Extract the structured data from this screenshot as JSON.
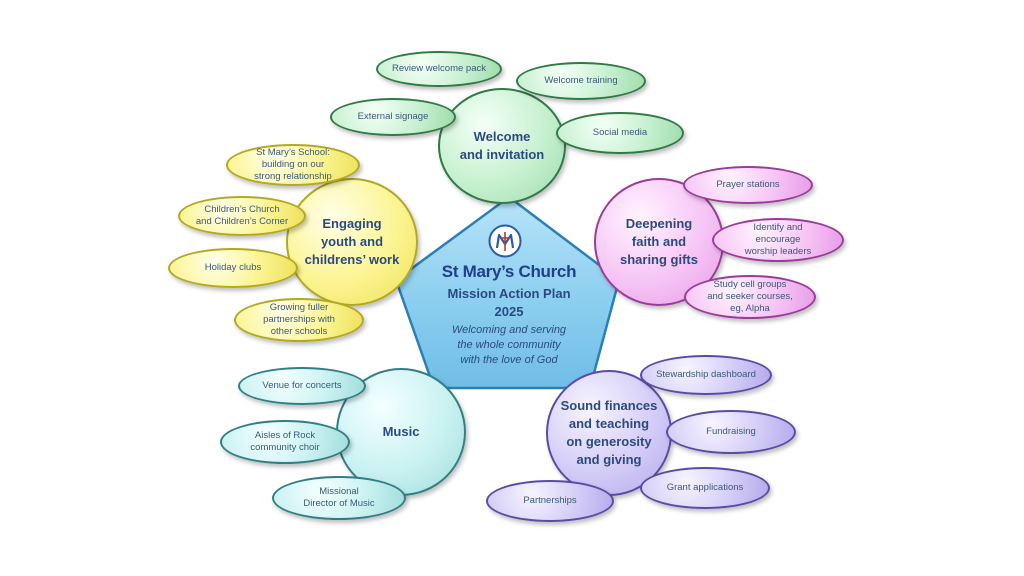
{
  "center": {
    "title": "St Mary’s Church",
    "subtitle": "Mission Action Plan\n2025",
    "tagline": "Welcoming and serving\nthe whole community\nwith the love of God",
    "logo_icon": "st-marys-logo-icon"
  },
  "themes": {
    "welcome": {
      "label": "Welcome\nand invitation",
      "items": [
        "Review welcome pack",
        "Welcome training",
        "External signage",
        "Social media"
      ]
    },
    "youth": {
      "label": "Engaging\nyouth and\nchildrens’ work",
      "items": [
        "St Mary’s School:\nbuilding on our\nstrong relationship",
        "Children’s Church\nand Children’s Corner",
        "Holiday clubs",
        "Growing fuller\npartnerships with\nother schools"
      ]
    },
    "faith": {
      "label": "Deepening\nfaith and\nsharing gifts",
      "items": [
        "Prayer stations",
        "Identify and\nencourage\nworship leaders",
        "Study cell groups\nand seeker courses,\neg, Alpha"
      ]
    },
    "music": {
      "label": "Music",
      "items": [
        "Venue for concerts",
        "Aisles of Rock\ncommunity choir",
        "Missional\nDirector of Music"
      ]
    },
    "finance": {
      "label": "Sound finances\nand teaching\non generosity\nand giving",
      "items": [
        "Stewardship dashboard",
        "Fundraising",
        "Grant applications",
        "Partnerships"
      ]
    }
  },
  "colors": {
    "pentagon_fill": "#8fd0f0",
    "pentagon_stroke": "#2a7fb8",
    "text": "#2b4a80"
  }
}
